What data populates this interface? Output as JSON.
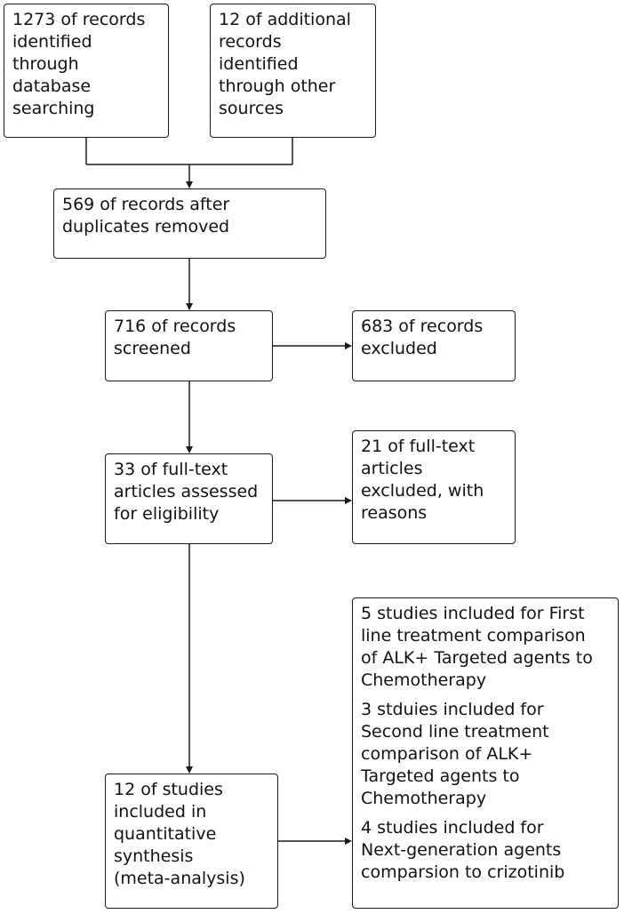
{
  "flow": {
    "identified_db": "1273 of records\nidentified\nthrough\ndatabase\nsearching",
    "identified_other": "12 of additional\nrecords\nidentified\nthrough other\nsources",
    "after_duplicates": "569 of records after\nduplicates removed",
    "screened": "716 of records\nscreened",
    "excluded": "683 of records\nexcluded",
    "fulltext_assessed": "33 of full-text\narticles assessed\nfor eligibility",
    "fulltext_excluded": "21 of full-text\narticles\nexcluded, with\nreasons",
    "included": "12 of studies\nincluded in\nquantitative\nsynthesis\n(meta-analysis)",
    "included_detail": [
      "5 studies included for First\nline treatment comparison\nof ALK+ Targeted agents to\nChemotherapy",
      "3 stduies included for\nSecond line treatment\ncomparison of ALK+\nTargeted agents to\nChemotherapy",
      "4 studies included for\nNext-generation agents\ncomparsion to crizotinib"
    ]
  }
}
